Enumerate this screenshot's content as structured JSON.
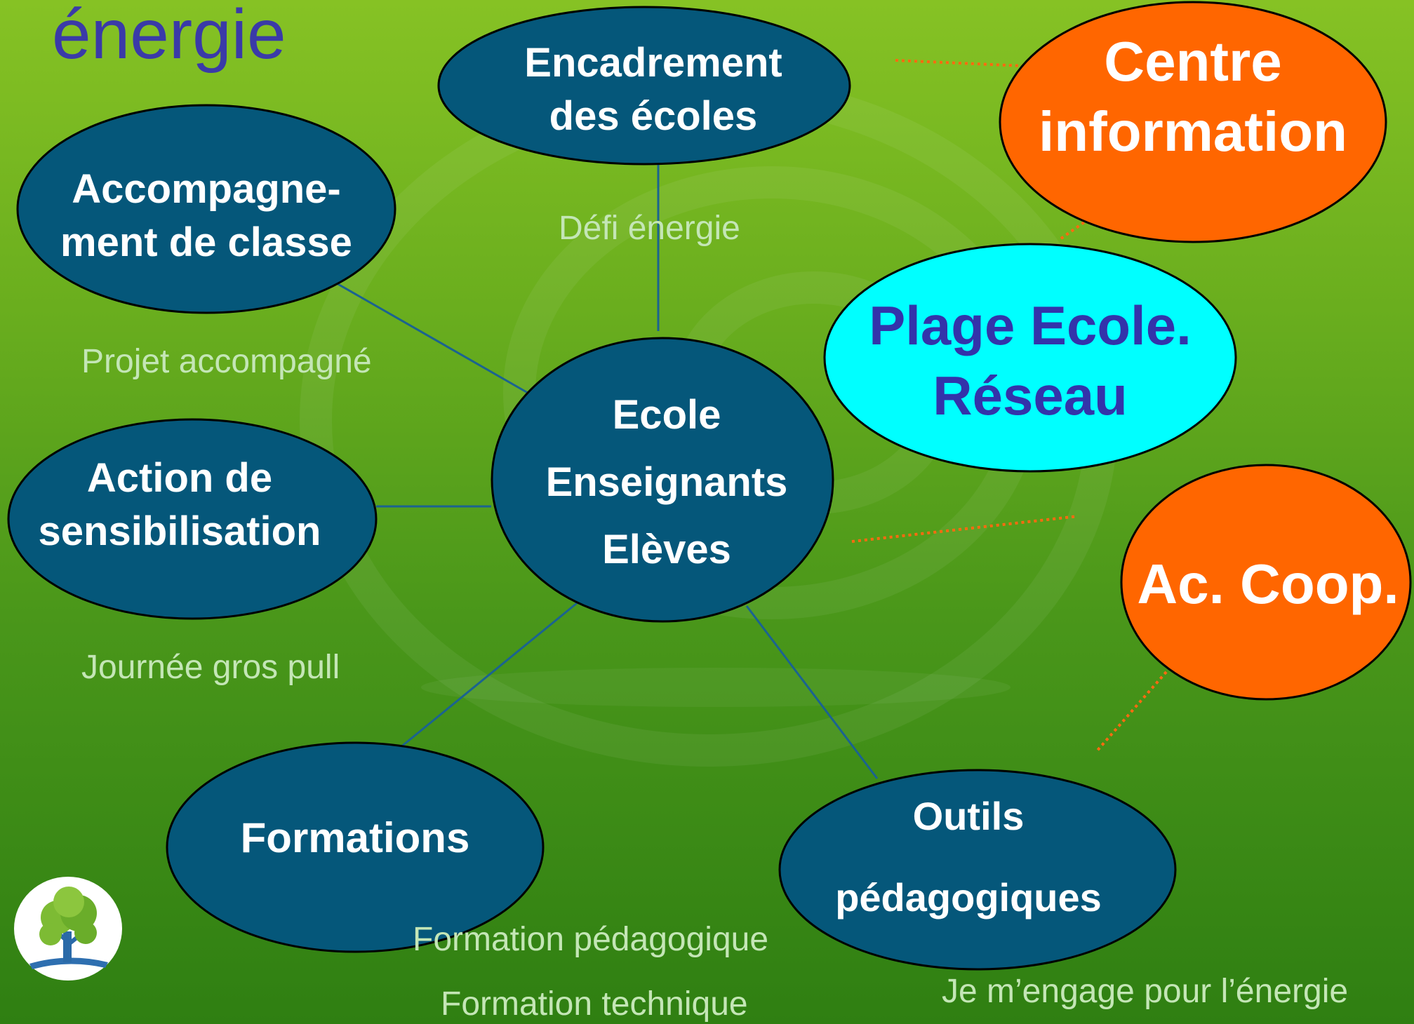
{
  "title": "énergie",
  "colors": {
    "node_fill": "#05577a",
    "orange_fill": "#ff6600",
    "cyan_fill": "#00ffff",
    "cyan_text": "#3333aa",
    "connector": "#1b6390",
    "dotted_connector": "#ff6a10",
    "note_text": "#c4e6b6"
  },
  "nodes": {
    "center": [
      "Ecole",
      "Enseignants",
      "Elèves"
    ],
    "encadrement": [
      "Encadrement",
      "des écoles"
    ],
    "accompagnement": [
      "Accompagne-",
      "ment de classe"
    ],
    "action": [
      "Action de",
      "sensibilisation"
    ],
    "formations": [
      "Formations"
    ],
    "outils": [
      "Outils",
      "pédagogiques"
    ],
    "centre_information": [
      "Centre",
      "information"
    ],
    "plage_ecole": [
      "Plage Ecole.",
      "Réseau"
    ],
    "ac_coop": [
      "Ac. Coop."
    ]
  },
  "notes": {
    "defi": "Défi énergie",
    "projet": "Projet accompagné",
    "journee": "Journée gros pull",
    "formation_pedagogique": "Formation pédagogique",
    "formation_technique": "Formation technique",
    "engage": "Je m’engage pour l’énergie"
  },
  "icons": {
    "logo": "tree-icon"
  }
}
